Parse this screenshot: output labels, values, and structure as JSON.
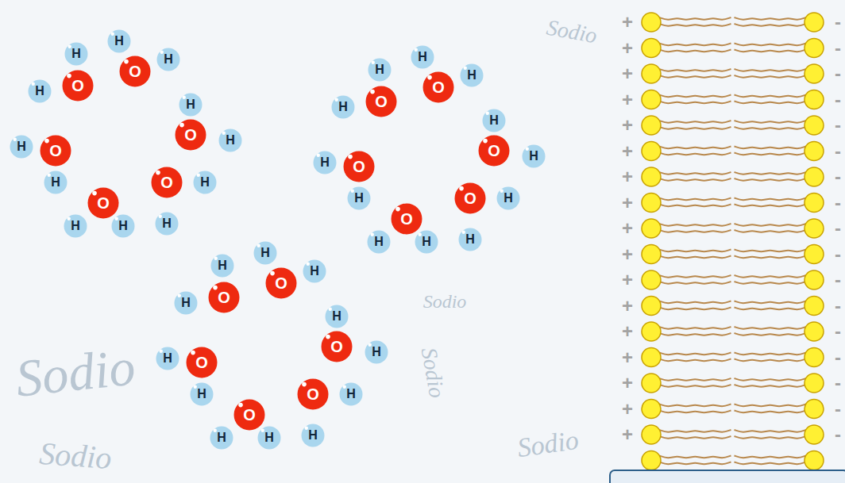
{
  "diagram": {
    "nodes": [
      {
        "text": [
          "O"
        ]
      },
      {
        "text": [
          "H"
        ]
      },
      {
        "text": [
          "H"
        ]
      },
      {
        "text": [
          "O"
        ]
      },
      {
        "text": [
          "H"
        ]
      },
      {
        "text": [
          "H"
        ]
      },
      {
        "text": [
          "O"
        ]
      },
      {
        "text": [
          "H"
        ]
      },
      {
        "text": [
          "H"
        ]
      },
      {
        "text": [
          "O"
        ]
      },
      {
        "text": [
          "H"
        ]
      },
      {
        "text": [
          "H"
        ]
      },
      {
        "text": [
          "O"
        ]
      },
      {
        "text": [
          "H"
        ]
      },
      {
        "text": [
          "H"
        ]
      },
      {
        "text": [
          "O"
        ]
      },
      {
        "text": [
          "H"
        ]
      },
      {
        "text": [
          "H"
        ]
      },
      {
        "text": [
          "O"
        ]
      },
      {
        "text": [
          "H"
        ]
      },
      {
        "text": [
          "H"
        ]
      },
      {
        "text": [
          "O"
        ]
      },
      {
        "text": [
          "H"
        ]
      },
      {
        "text": [
          "H"
        ]
      },
      {
        "text": [
          "O"
        ]
      },
      {
        "text": [
          "H"
        ]
      },
      {
        "text": [
          "H"
        ]
      },
      {
        "text": [
          "O"
        ]
      },
      {
        "text": [
          "H"
        ]
      },
      {
        "text": [
          "H"
        ]
      },
      {
        "text": [
          "O"
        ]
      },
      {
        "text": [
          "H"
        ]
      },
      {
        "text": [
          "H"
        ]
      },
      {
        "text": [
          "O"
        ]
      },
      {
        "text": [
          "H"
        ]
      },
      {
        "text": [
          "H"
        ]
      },
      {
        "text": [
          "O"
        ]
      },
      {
        "text": [
          "H"
        ]
      },
      {
        "text": [
          "H"
        ]
      },
      {
        "text": [
          "O"
        ]
      },
      {
        "text": [
          "H"
        ]
      },
      {
        "text": [
          "H"
        ]
      },
      {
        "text": [
          "O"
        ]
      },
      {
        "text": [
          "H"
        ]
      },
      {
        "text": [
          "H"
        ]
      },
      {
        "text": [
          "O"
        ]
      },
      {
        "text": [
          "H"
        ]
      },
      {
        "text": [
          "H"
        ]
      },
      {
        "text": [
          "O"
        ]
      },
      {
        "text": [
          "H"
        ]
      },
      {
        "text": [
          "H"
        ]
      },
      {
        "text": [
          "O"
        ]
      },
      {
        "text": [
          "H"
        ]
      },
      {
        "text": [
          "H"
        ]
      }
    ],
    "labels": [
      "+",
      "+",
      "+",
      "+",
      "+",
      "+",
      "+",
      "+",
      "+",
      "+",
      "+",
      "+",
      "+",
      "+",
      "+",
      "+",
      "+",
      "-",
      "-",
      "-",
      "-",
      "-",
      "-",
      "-",
      "-",
      "-",
      "-",
      "-",
      "-",
      "-",
      "-",
      "-",
      "-",
      "-",
      "Sodio",
      "Sodio",
      "Sodio",
      "Sodio",
      "Sodio",
      "Sodio"
    ]
  }
}
